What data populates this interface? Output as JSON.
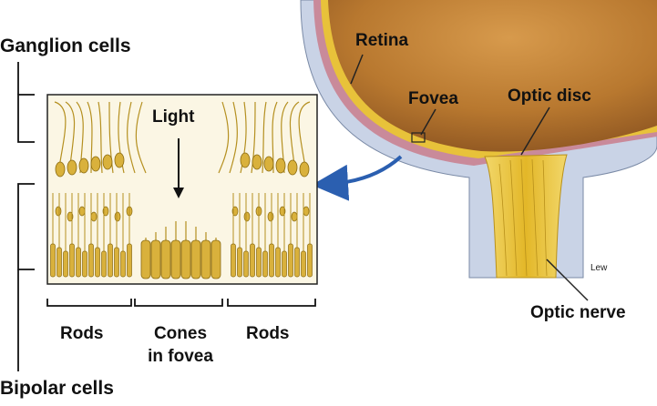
{
  "labels": {
    "ganglion_cells": "Ganglion cells",
    "bipolar_cells": "Bipolar cells",
    "light": "Light",
    "rods_left": "Rods",
    "cones_line1": "Cones",
    "cones_line2": "in fovea",
    "rods_right": "Rods",
    "retina": "Retina",
    "fovea": "Fovea",
    "optic_disc": "Optic disc",
    "optic_nerve": "Optic nerve",
    "artist_signature": "Lew"
  },
  "colors": {
    "cell_fill": "#d9b13c",
    "cell_stroke": "#8a6a10",
    "eye_interior": "#b8782f",
    "retina_layer": "#e8c23a",
    "choroid_layer": "#c98a9a",
    "sclera_layer": "#c9d3e6",
    "arrow": "#2b5fb0",
    "nerve": "#f0d040"
  }
}
